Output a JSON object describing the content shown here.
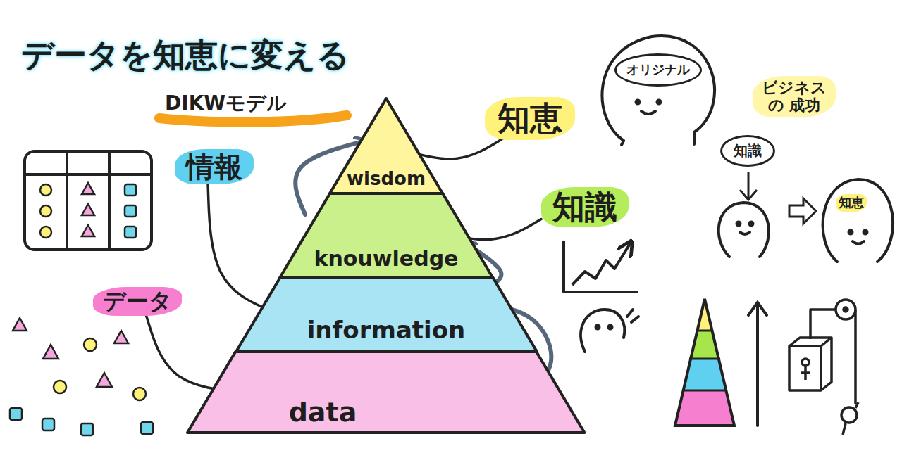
{
  "diagram": {
    "title": "データを知恵に変える",
    "nodes": [
      {
        "text": [
          "wisdom"
        ]
      },
      {
        "text": [
          "知恵"
        ]
      },
      {
        "text": [
          "オリジナル"
        ]
      },
      {
        "text": [
          "ビジネスの 成功"
        ]
      },
      {
        "text": [
          "情報"
        ]
      },
      {
        "text": [
          "knouwledge"
        ]
      },
      {
        "text": [
          "知識"
        ]
      },
      {
        "text": [
          "知識"
        ]
      },
      {
        "text": [
          "知恵"
        ]
      },
      {
        "text": [
          "information"
        ]
      },
      {
        "text": [
          "データ"
        ]
      },
      {
        "text": [
          "data"
        ]
      }
    ],
    "edges": [
      {
        "from": 1,
        "to": 0,
        "arrow": "to"
      },
      {
        "from": 6,
        "to": 5,
        "arrow": "to"
      },
      {
        "from": 4,
        "to": 9,
        "arrow": "to"
      },
      {
        "from": 10,
        "to": 11,
        "arrow": "to"
      },
      {
        "from": 11,
        "to": 9,
        "arrow": "to"
      },
      {
        "from": 9,
        "to": 5,
        "arrow": "to"
      },
      {
        "from": 5,
        "to": 0,
        "arrow": "to"
      }
    ],
    "labels": [
      "DIKWモデル"
    ]
  }
}
